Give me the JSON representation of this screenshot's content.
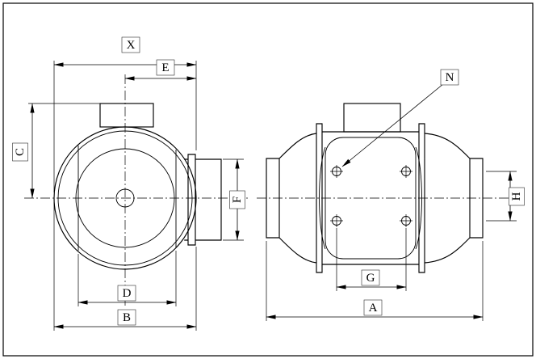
{
  "drawing": {
    "labels": {
      "x": "X",
      "e": "E",
      "c": "C",
      "d": "D",
      "b": "B",
      "f": "F",
      "n": "N",
      "h": "H",
      "g": "G",
      "a": "A"
    },
    "colors": {
      "line": "#000000",
      "background": "#ffffff"
    }
  }
}
